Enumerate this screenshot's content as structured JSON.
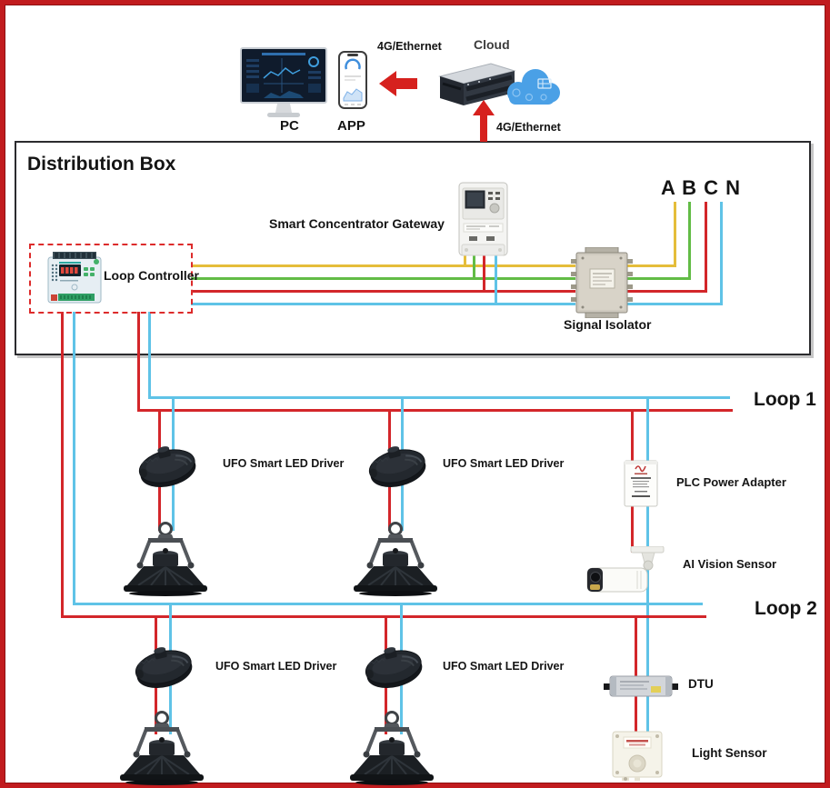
{
  "top": {
    "pc_label": "PC",
    "app_label": "APP",
    "cloud_label": "Cloud",
    "ethernet_left_label": "4G/Ethernet",
    "ethernet_bottom_label": "4G/Ethernet"
  },
  "distribution_box": {
    "title": "Distribution Box",
    "loop_controller_label": "Loop Controller",
    "gateway_label": "Smart Concentrator Gateway",
    "isolator_label": "Signal Isolator",
    "phases_label": "A B C N"
  },
  "loop1": {
    "label": "Loop 1"
  },
  "loop2": {
    "label": "Loop 2"
  },
  "devices": {
    "ufo_driver_label": "UFO Smart LED Driver",
    "plc_adapter_label": "PLC Power Adapter",
    "ai_vision_label": "AI Vision Sensor",
    "dtu_label": "DTU",
    "light_sensor_label": "Light Sensor"
  },
  "colors": {
    "wire-red": "#d3262a",
    "wire-blue": "#5fc3e7",
    "wire-yellow": "#e5bd3a",
    "wire-green": "#62bc46",
    "frame-red": "#c11b1e",
    "arrow-red": "#d6211e"
  }
}
